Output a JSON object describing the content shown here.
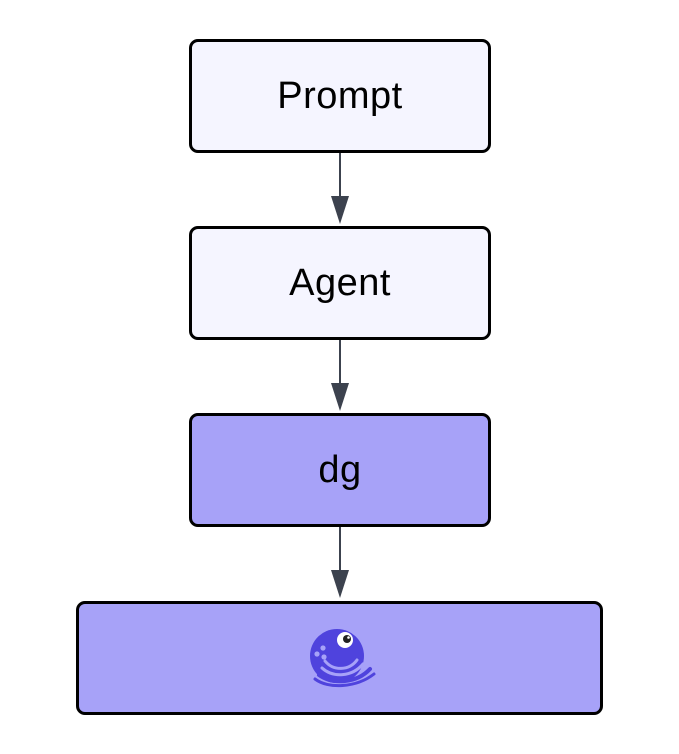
{
  "diagram": {
    "nodes": [
      {
        "id": "prompt",
        "label": "Prompt",
        "fill": "#f5f5ff"
      },
      {
        "id": "agent",
        "label": "Agent",
        "fill": "#f5f5ff"
      },
      {
        "id": "dg",
        "label": "dg",
        "fill": "#a7a2f8"
      },
      {
        "id": "dagster",
        "icon": "dagster-octopus-logo-icon",
        "fill": "#a7a2f8"
      }
    ],
    "edges": [
      {
        "from": "prompt",
        "to": "agent"
      },
      {
        "from": "agent",
        "to": "dg"
      },
      {
        "from": "dg",
        "to": "dagster"
      }
    ],
    "colors": {
      "light_node": "#f5f5ff",
      "dark_node": "#a7a2f8",
      "border": "#000000",
      "arrow": "#3c424e",
      "logo": "#4f43dd"
    }
  }
}
